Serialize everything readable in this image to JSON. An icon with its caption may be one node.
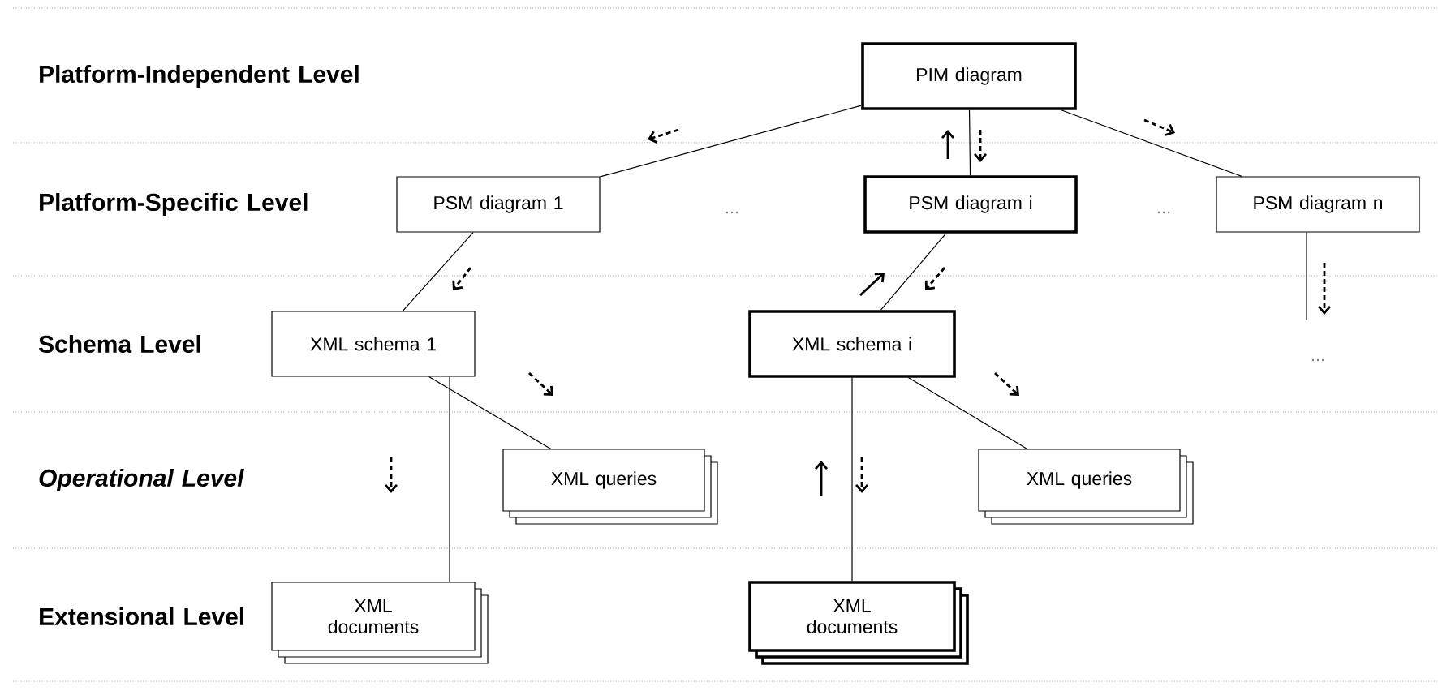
{
  "diagram": {
    "nodes": [
      {
        "text": [
          "PIM diagram"
        ]
      },
      {
        "text": [
          "PSM diagram 1"
        ]
      },
      {
        "text": [
          "PSM diagram i"
        ]
      },
      {
        "text": [
          "PSM diagram n"
        ]
      },
      {
        "text": [
          "XML schema 1"
        ]
      },
      {
        "text": [
          "XML schema i"
        ]
      },
      {
        "text": [
          "XML queries"
        ]
      },
      {
        "text": [
          "XML queries"
        ]
      },
      {
        "text": [
          "XML documents"
        ]
      },
      {
        "text": [
          "XML documents"
        ]
      }
    ],
    "edges": [
      {
        "from": 0,
        "to": 1,
        "arrow": "none"
      },
      {
        "from": 0,
        "to": 2,
        "arrow": "none"
      },
      {
        "from": 0,
        "to": 3,
        "arrow": "none"
      },
      {
        "from": 1,
        "to": 4,
        "arrow": "none"
      },
      {
        "from": 2,
        "to": 5,
        "arrow": "none"
      },
      {
        "from": 3,
        "to": null,
        "arrow": "none"
      },
      {
        "from": 4,
        "to": 6,
        "arrow": "none"
      },
      {
        "from": 4,
        "to": 8,
        "arrow": "none"
      },
      {
        "from": 5,
        "to": 7,
        "arrow": "none"
      },
      {
        "from": 5,
        "to": 9,
        "arrow": "none"
      }
    ],
    "labels": [
      "Platform-Independent Level",
      "Platform-Specific Level",
      "...",
      "...",
      "Schema Level",
      "...",
      "*Operational Level*",
      "Extensional Level"
    ]
  }
}
